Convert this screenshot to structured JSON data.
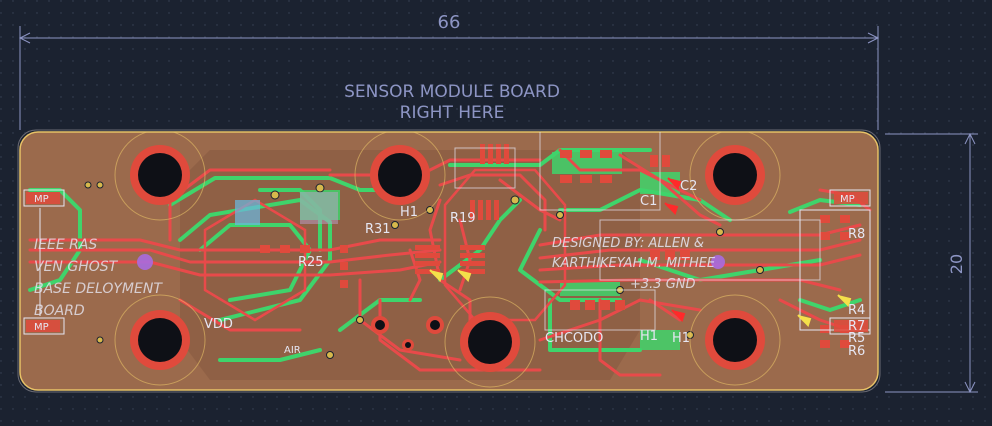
{
  "dimensions": {
    "width_mm": "66",
    "height_mm": "20"
  },
  "title": {
    "line1": "SENSOR MODULE BOARD",
    "line2": "RIGHT HERE"
  },
  "silkscreen": {
    "left_label_lines": [
      "IEEE RAS",
      "VEN GHOST",
      "BASE DELOYMENT",
      "BOARD"
    ],
    "designer_lines": [
      "DESIGNED BY: ALLEN &",
      "KARTHIKEYAH M. MITHEE"
    ],
    "power_label": "+3.3 GND",
    "mp_tag": "MP",
    "refs": [
      "H1",
      "H1",
      "R31",
      "R25",
      "R19",
      "R8",
      "R7",
      "R6",
      "R5",
      "R4",
      "C2",
      "C1",
      "H1",
      "CHCODO",
      "VDD",
      "AIR"
    ]
  },
  "colors": {
    "background": "#1b2230",
    "grid": "#3a4458",
    "board_edge": "#e8c267",
    "copper_fill": "#9b6a4c",
    "front_copper": "#e84a4a",
    "back_copper": "#3fd46b",
    "silkscreen": "#e6e6f2",
    "dimension": "#8d95c4",
    "via": "#d6b84c",
    "pad": "#e04a3c",
    "hole": "#0e1016",
    "marker_yellow": "#f4e04a",
    "marker_red": "#ff2a2a",
    "keepout": "#a86be0"
  }
}
